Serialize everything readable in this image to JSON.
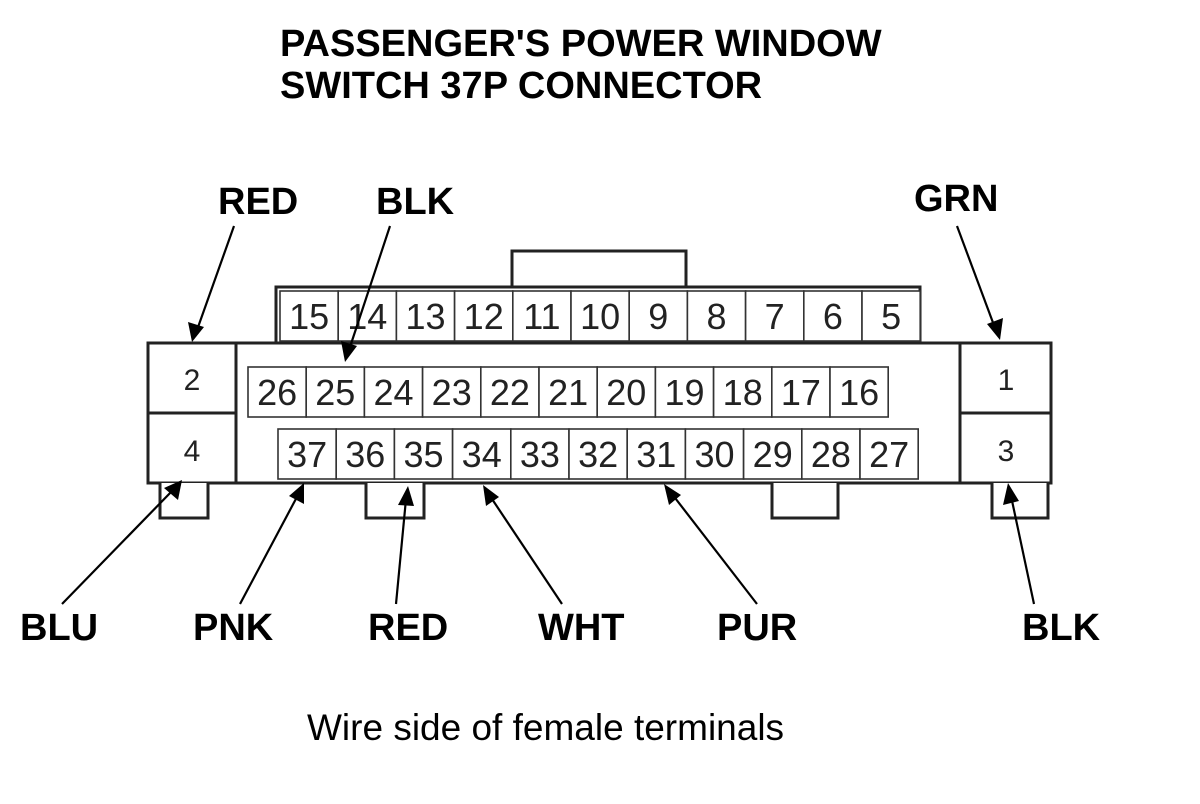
{
  "title": {
    "line1": "PASSENGER'S POWER WINDOW",
    "line2": "SWITCH 37P CONNECTOR"
  },
  "caption": "Wire side of female terminals",
  "connector": {
    "top_row": [
      "15",
      "14",
      "13",
      "12",
      "11",
      "10",
      "9",
      "8",
      "7",
      "6",
      "5"
    ],
    "middle_row": [
      "26",
      "25",
      "24",
      "23",
      "22",
      "21",
      "20",
      "19",
      "18",
      "17",
      "16"
    ],
    "bottom_row": [
      "37",
      "36",
      "35",
      "34",
      "33",
      "32",
      "31",
      "30",
      "29",
      "28",
      "27"
    ],
    "left_block": [
      "2",
      "4"
    ],
    "right_block": [
      "1",
      "3"
    ]
  },
  "wires": {
    "pin2": "RED",
    "pin25": "BLK",
    "pin1": "GRN",
    "pin4": "BLU",
    "pin37": "PNK",
    "pin35": "RED",
    "pin34": "WHT",
    "pin31": "PUR",
    "pin3": "BLK"
  }
}
